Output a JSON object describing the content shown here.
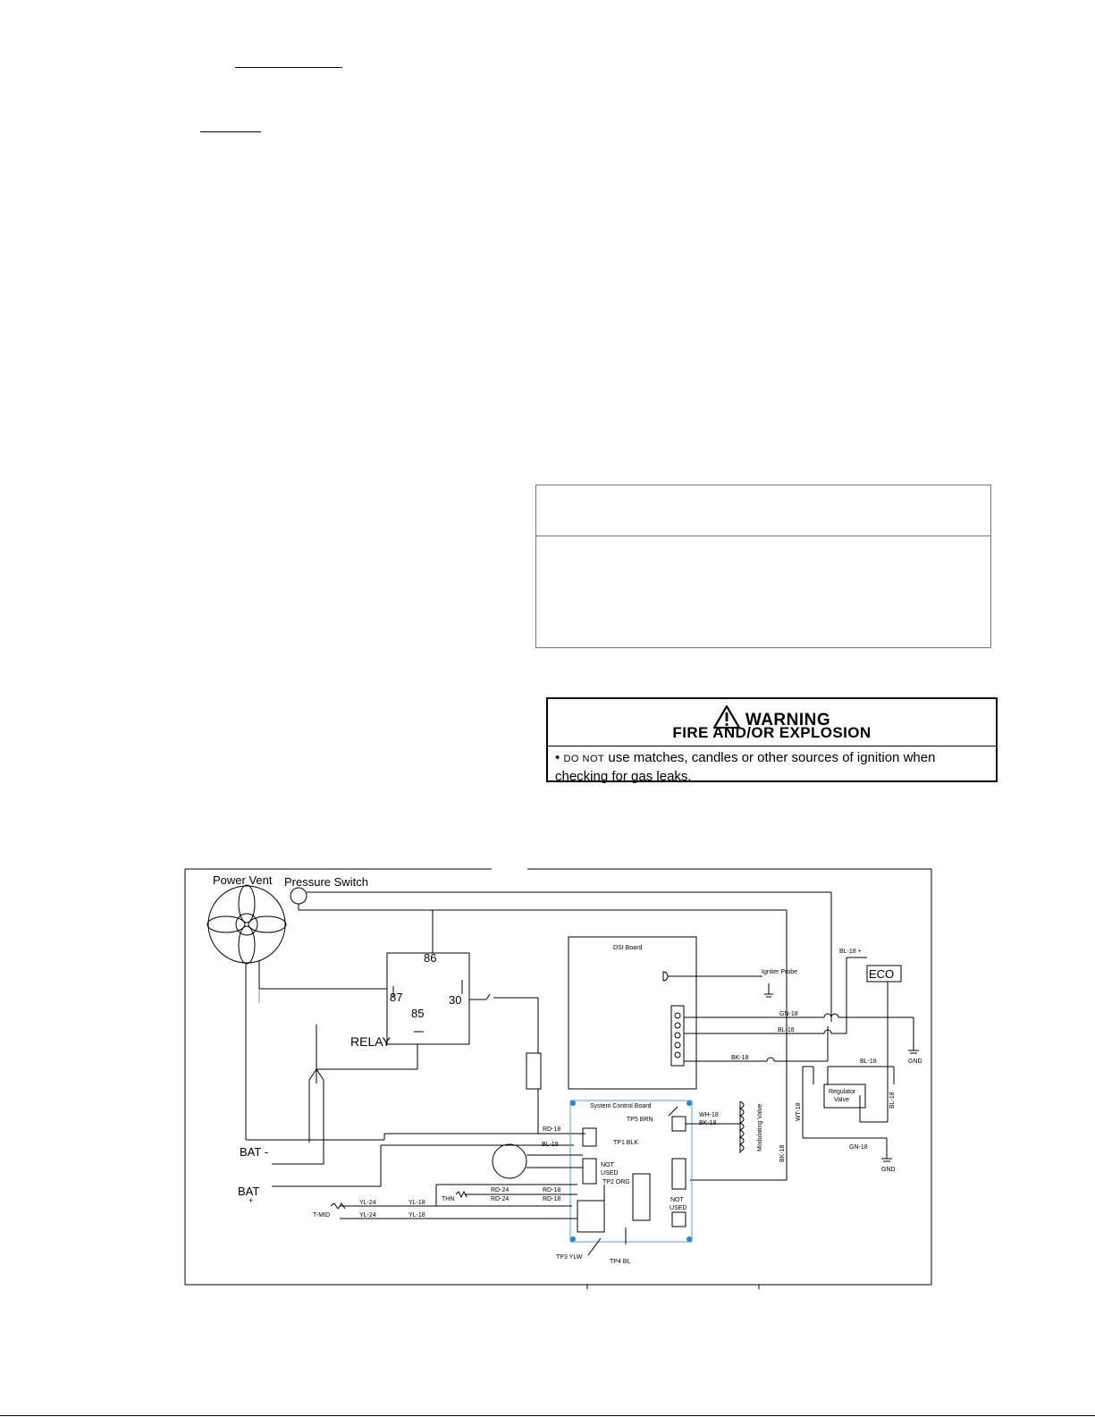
{
  "warning": {
    "title": "WARNING",
    "subtitle": "FIRE AND/OR EXPLOSION",
    "bullet": "•",
    "do_not": "DO NOT",
    "body": "use matches, candles or other sources of ignition when checking for gas leaks."
  },
  "diagram": {
    "power_vent": "Power Vent",
    "pressure_switch": "Pressure Switch",
    "relay": "RELAY",
    "relay_86": "86",
    "relay_87": "87",
    "relay_85": "85",
    "relay_30": "30",
    "bat_neg": "BAT  -",
    "bat_pos": "BAT",
    "bat_plus": "+",
    "dsi_board": "DSI Board",
    "igniter_probe": "Igniter Probe",
    "eco": "ECO",
    "gn18_a": "GN-18",
    "bl18_a": "BL-18",
    "bk18_a": "BK-18",
    "bl18_plus": "BL-18 +",
    "gnd_1": "GND",
    "gnd_2": "GND",
    "regulator_valve_1": "Regulator",
    "regulator_valve_2": "Valve",
    "bl18_b": "BL-18",
    "bl18_c": "BL-18",
    "wt18": "WT-18",
    "gn18_b": "GN-18",
    "bk18_v": "BK-18",
    "system_control_board": "System Control Board",
    "tp5": "TP5  BRN",
    "wh18": "WH-18",
    "bk18_s": "BK-18",
    "modulating_valve": "Modulating Valve",
    "rd18_a": "RD-18",
    "bl18_d": "BL-18",
    "tp1": "TP1  BLK",
    "not_used_1a": "NOT",
    "not_used_1b": "USED",
    "tp2": "TP2  ORG",
    "rd24_a": "RD-24",
    "rd24_b": "RD-24",
    "rd18_b": "RD-18",
    "rd18_c": "RD-18",
    "thn": "THN",
    "yl24_a": "YL-24",
    "yl24_b": "YL-24",
    "yl18_a": "YL-18",
    "yl18_b": "YL-18",
    "tmid": "T-MID",
    "not_used_2a": "NOT",
    "not_used_2b": "USED",
    "tp3": "TP3  YLW",
    "tp4": "TP4  BL"
  }
}
